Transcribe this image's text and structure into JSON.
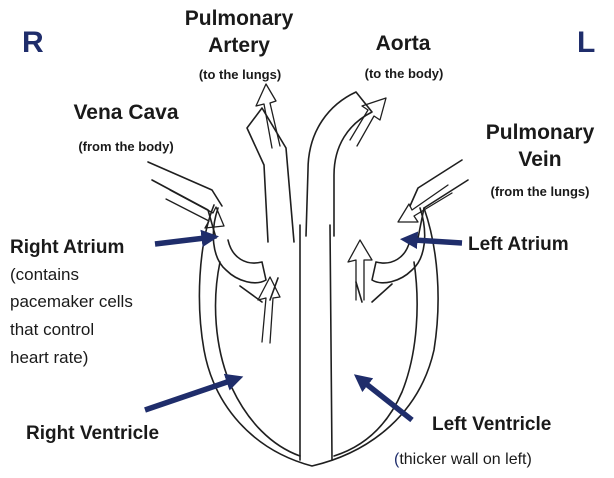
{
  "colors": {
    "accent": "#1f2d6b",
    "text": "#1a1a1a",
    "outline": "#1f1f1f"
  },
  "sides": {
    "right": "R",
    "left": "L"
  },
  "labels": {
    "pulmonary_artery": {
      "line1": "Pulmonary",
      "line2": "Artery",
      "note": "(to the lungs)"
    },
    "aorta": {
      "title": "Aorta",
      "note": "(to the body)"
    },
    "vena_cava": {
      "title": "Vena Cava",
      "note": "(from the body)"
    },
    "pulmonary_vein": {
      "line1": "Pulmonary",
      "line2": "Vein",
      "note": "(from the lungs)"
    },
    "right_atrium": {
      "title": "Right Atrium",
      "note_lines": [
        "(contains",
        "pacemaker cells",
        "that control",
        "heart rate)"
      ]
    },
    "left_atrium": {
      "title": "Left Atrium"
    },
    "right_ventricle": {
      "title": "Right Ventricle"
    },
    "left_ventricle": {
      "title": "Left Ventricle",
      "note_paren": "(",
      "note_rest": "thicker wall on left)"
    }
  }
}
